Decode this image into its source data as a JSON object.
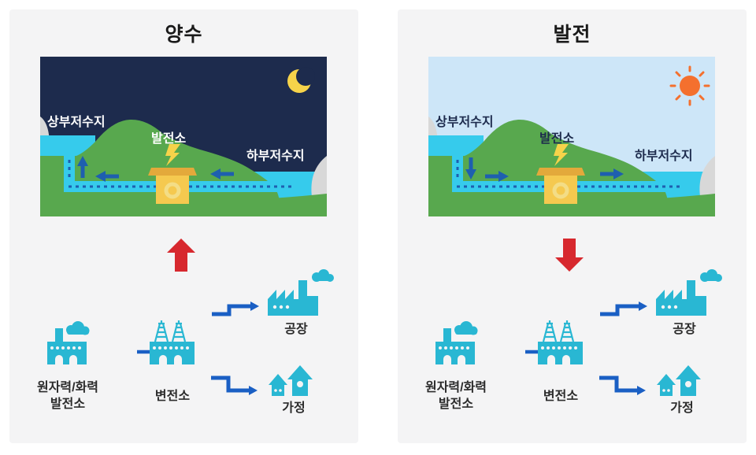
{
  "panels": [
    {
      "title": "양수",
      "scene": {
        "time": "night",
        "upper_reservoir_label": "상부저수지",
        "plant_label": "발전소",
        "lower_reservoir_label": "하부저수지",
        "water_flow_direction": "lower-to-upper"
      },
      "transfer_direction": "up",
      "grid": {
        "source_label_line1": "원자력/화력",
        "source_label_line2": "발전소",
        "substation_label": "변전소",
        "factory_label": "공장",
        "home_label": "가정"
      }
    },
    {
      "title": "발전",
      "scene": {
        "time": "day",
        "upper_reservoir_label": "상부저수지",
        "plant_label": "발전소",
        "lower_reservoir_label": "하부저수지",
        "water_flow_direction": "upper-to-lower"
      },
      "transfer_direction": "down",
      "grid": {
        "source_label_line1": "원자력/화력",
        "source_label_line2": "발전소",
        "substation_label": "변전소",
        "factory_label": "공장",
        "home_label": "가정"
      }
    }
  ],
  "colors": {
    "panel_bg": "#F4F4F5",
    "night_sky": "#1D2B4D",
    "day_sky": "#CDE6F8",
    "water_cyan": "#36CBEC",
    "hill_green": "#58A84E",
    "rock_gray": "#D8D8D8",
    "moon_yellow": "#F6D34A",
    "sun_orange": "#F4702E",
    "powerhouse_yellow": "#F5C94F",
    "powerhouse_roof": "#E3A93B",
    "scene_arrow_blue": "#1E5FAF",
    "grid_icon_teal": "#29B7D3",
    "grid_arrow_blue": "#1A5FC4",
    "transfer_red": "#D7282E",
    "label_dark": "#2B2B2B"
  }
}
